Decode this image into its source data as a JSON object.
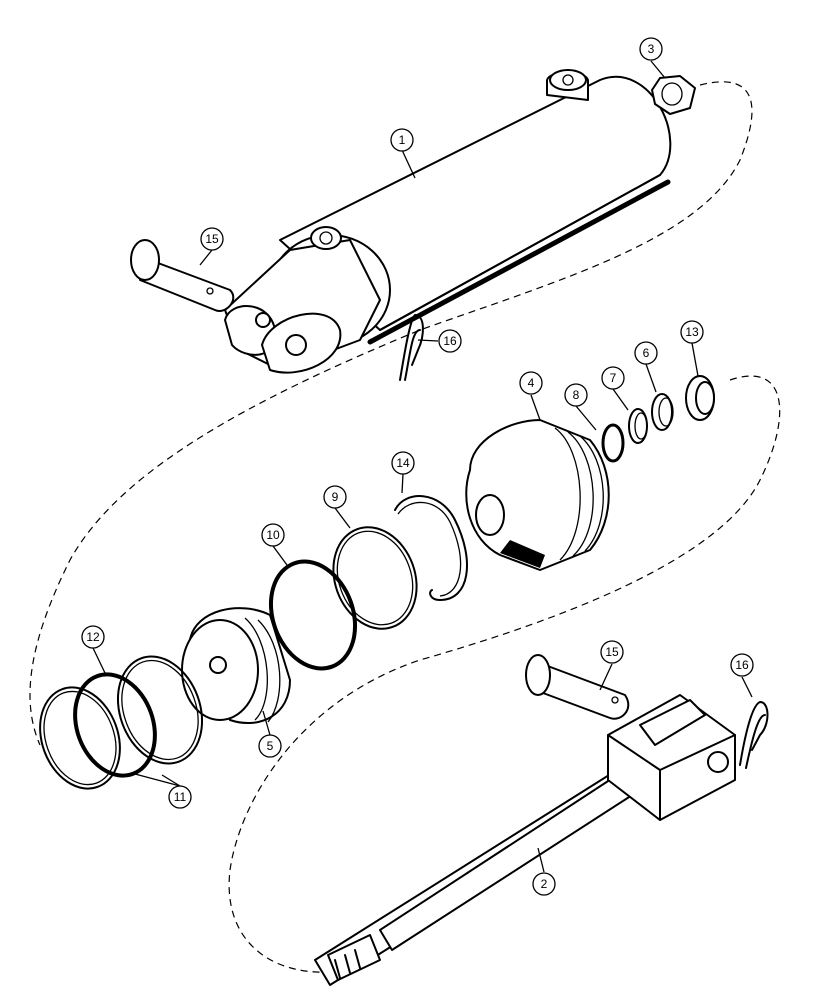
{
  "callouts": [
    {
      "id": "c1",
      "label": "1"
    },
    {
      "id": "c2",
      "label": "2"
    },
    {
      "id": "c3",
      "label": "3"
    },
    {
      "id": "c4",
      "label": "4"
    },
    {
      "id": "c5",
      "label": "5"
    },
    {
      "id": "c6",
      "label": "6"
    },
    {
      "id": "c7",
      "label": "7"
    },
    {
      "id": "c8",
      "label": "8"
    },
    {
      "id": "c9",
      "label": "9"
    },
    {
      "id": "c10",
      "label": "10"
    },
    {
      "id": "c11",
      "label": "11"
    },
    {
      "id": "c12",
      "label": "12"
    },
    {
      "id": "c13",
      "label": "13"
    },
    {
      "id": "c14",
      "label": "14"
    },
    {
      "id": "c15a",
      "label": "15"
    },
    {
      "id": "c15b",
      "label": "15"
    },
    {
      "id": "c16a",
      "label": "16"
    },
    {
      "id": "c16b",
      "label": "16"
    }
  ]
}
